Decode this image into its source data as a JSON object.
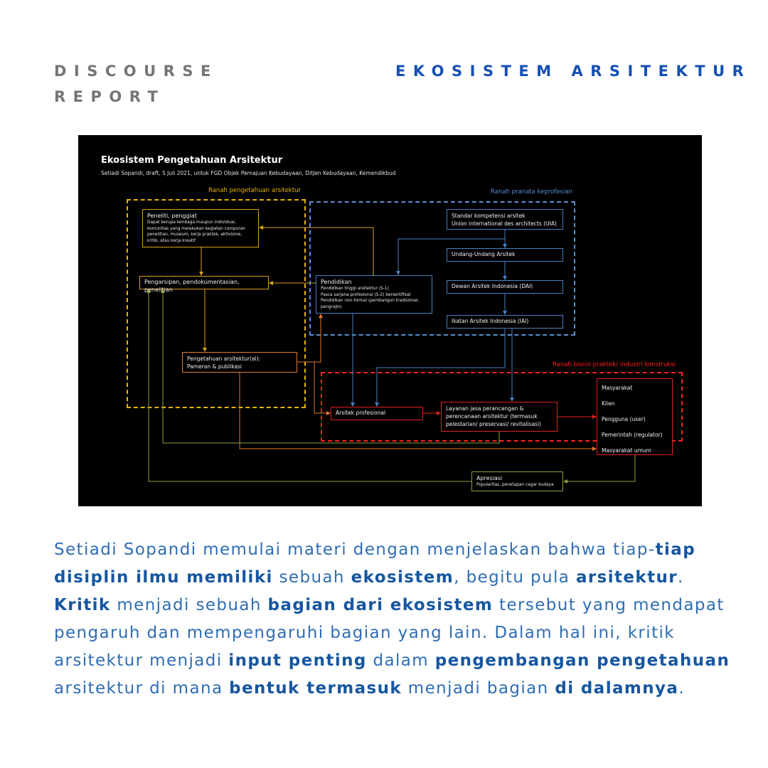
{
  "header": {
    "brand_line1": "DISCOURSE",
    "brand_line2": "REPORT",
    "topic": "EKOSISTEM ARSITEKTUR"
  },
  "colors": {
    "brand_gray": "#757575",
    "accent_blue": "#1450b4",
    "yellow": "#d9a020",
    "orange": "#e07a30",
    "blue": "#4a7fc0",
    "red": "#e02020",
    "green": "#8aa040"
  },
  "diagram": {
    "title": "Ekosistem Pengetahuan Arsitektur",
    "subtitle": "Setiadi Sopandi, draft, 5 Juli 2021, untuk FGD Objek Pemajuan Kebudayaan, DitJen Kebudayaan, Kemendikbud",
    "zones": {
      "knowledge": "Ranah pengetahuan arsitektur",
      "professional": "Ranah pranata keprofesian",
      "business": "Ranah bisnis praktek/ industri konstruksi"
    },
    "nodes": {
      "peneliti": {
        "title": "Peneliti, penggiat",
        "desc": "Dapat berupa lembaga maupun individual, komunitas yang melakukan kegiatan campuran penelitian, museum, kerja praktek, aktivisme, kritik, atau kerja kreatif"
      },
      "pengarsipan": {
        "title": "Pengarsipan, pendokumentasian, penelitian"
      },
      "pendidikan": {
        "title": "Pendidikan",
        "lines": [
          "Pendidikan tinggi arsitektur (S-1)",
          "Pasca sarjana profesional (S-2) bersertifikat",
          "Pendidikan non-formal (pembangun tradisional, pengrajin)"
        ]
      },
      "standar": {
        "line1": "Standar kompetensi arsitek",
        "line2": "Union international des architects (UIA)"
      },
      "undang": {
        "title": "Undang-Undang Arsitek"
      },
      "dewan": {
        "title": "Dewan Arsitek Indonesia (DAI)"
      },
      "ikatan": {
        "title": "Ikatan Arsitek Indonesia (IAI)"
      },
      "pengetahuan": {
        "line1": "Pengetahuan arsitektur(al):",
        "line2": "Pameran & publikasi"
      },
      "arsitek": {
        "title": "Arsitek profesional"
      },
      "layanan": {
        "title": "Layanan jasa perancangan & perencanaan arsitektur (termasuk pelestarian/ preservasi/ revitalisasi)"
      },
      "masyarakat": {
        "items": [
          "Masyarakat",
          "Klien",
          "Pengguna (user)",
          "Pemerintah (regulator)",
          "Masyarakat umum"
        ]
      },
      "apresiasi": {
        "title": "Apresiasi",
        "desc": "Popularitas, penetapan cagar budaya"
      }
    }
  },
  "body": {
    "segments": [
      {
        "t": "Setiadi Sopandi memulai materi dengan menjelaskan bahwa tiap-",
        "b": false
      },
      {
        "t": "tiap disiplin ilmu memiliki",
        "b": true
      },
      {
        "t": " sebuah ",
        "b": false
      },
      {
        "t": "ekosistem",
        "b": true
      },
      {
        "t": ", begitu pula ",
        "b": false
      },
      {
        "t": "arsitektur",
        "b": true
      },
      {
        "t": ". ",
        "b": false
      },
      {
        "t": "Kritik",
        "b": true
      },
      {
        "t": " menjadi sebuah ",
        "b": false
      },
      {
        "t": "bagian dari ekosistem",
        "b": true
      },
      {
        "t": " tersebut yang mendapat pengaruh dan mempengaruhi bagian yang lain. Dalam hal ini, kritik arsitektur menjadi ",
        "b": false
      },
      {
        "t": "input penting",
        "b": true
      },
      {
        "t": " dalam ",
        "b": false
      },
      {
        "t": "pengembangan pengetahuan",
        "b": true
      },
      {
        "t": " arsitektur di mana ",
        "b": false
      },
      {
        "t": "bentuk termasuk",
        "b": true
      },
      {
        "t": " menjadi bagian ",
        "b": false
      },
      {
        "t": "di dalamnya",
        "b": true
      },
      {
        "t": ".",
        "b": false
      }
    ]
  }
}
